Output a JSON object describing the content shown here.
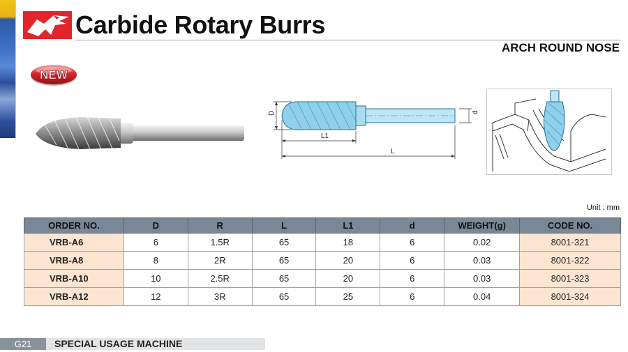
{
  "header": {
    "title": "Carbide Rotary Burrs",
    "subtitle": "ARCH ROUND NOSE",
    "badge": "NEW"
  },
  "diagram": {
    "label_D": "D",
    "label_L1": "L1",
    "label_L": "L",
    "label_d": "d"
  },
  "unit_note": "Unit : mm",
  "table": {
    "columns": [
      "ORDER NO.",
      "D",
      "R",
      "L",
      "L1",
      "d",
      "WEIGHT(g)",
      "CODE NO."
    ],
    "rows": [
      [
        "VRB-A6",
        "6",
        "1.5R",
        "65",
        "18",
        "6",
        "0.02",
        "8001-321"
      ],
      [
        "VRB-A8",
        "8",
        "2R",
        "65",
        "20",
        "6",
        "0.03",
        "8001-322"
      ],
      [
        "VRB-A10",
        "10",
        "2.5R",
        "65",
        "20",
        "6",
        "0.03",
        "8001-323"
      ],
      [
        "VRB-A12",
        "12",
        "3R",
        "65",
        "25",
        "6",
        "0.04",
        "8001-324"
      ]
    ]
  },
  "footer": {
    "page": "G21",
    "section": "SPECIAL USAGE MACHINE"
  },
  "colors": {
    "logo_red": "#e0262b",
    "badge_red": "#d8262a",
    "table_header": "#7a8796",
    "row_highlight": "#fde5d2",
    "diagram_blue": "#8fd0ea",
    "footer_gray": "#8a939c"
  }
}
